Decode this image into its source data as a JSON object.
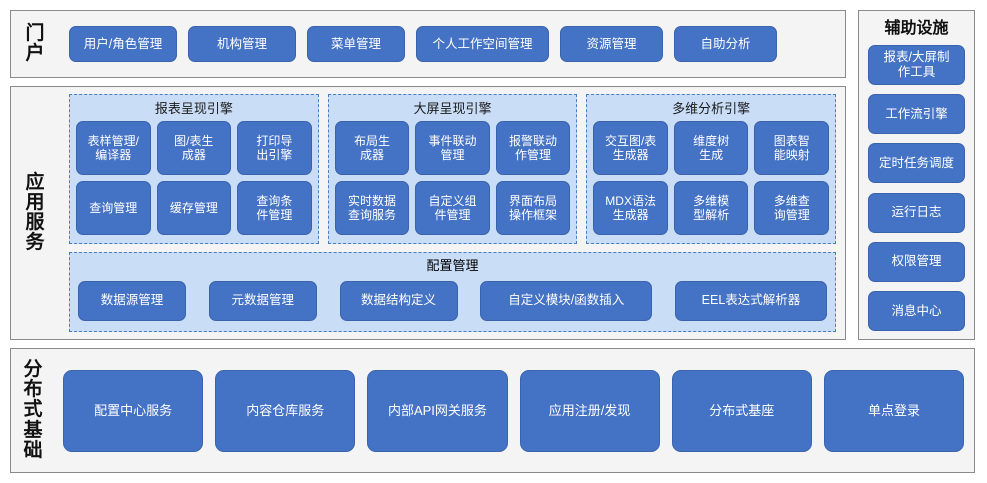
{
  "portal": {
    "label_chars": [
      "门",
      "户"
    ],
    "items": [
      {
        "name": "user-role-management",
        "label": "用户/角色管理"
      },
      {
        "name": "organization-management",
        "label": "机构管理"
      },
      {
        "name": "menu-management",
        "label": "菜单管理"
      },
      {
        "name": "personal-workspace-management",
        "label": "个人工作空间管理"
      },
      {
        "name": "resource-management",
        "label": "资源管理"
      },
      {
        "name": "self-service-analysis",
        "label": "自助分析"
      }
    ]
  },
  "app_service": {
    "label_chars": [
      "应",
      "用",
      "服",
      "务"
    ],
    "engines": [
      {
        "name": "report-rendering-engine",
        "title": "报表呈现引擎",
        "items": [
          {
            "name": "report-template-manager",
            "label": "表样管理/\n编译器"
          },
          {
            "name": "chart-table-generator",
            "label": "图/表生\n成器"
          },
          {
            "name": "print-export-engine",
            "label": "打印导\n出引擎"
          },
          {
            "name": "query-management",
            "label": "查询管理"
          },
          {
            "name": "cache-management",
            "label": "缓存管理"
          },
          {
            "name": "query-condition-management",
            "label": "查询条\n件管理"
          }
        ]
      },
      {
        "name": "big-screen-rendering-engine",
        "title": "大屏呈现引擎",
        "items": [
          {
            "name": "layout-generator",
            "label": "布局生\n成器"
          },
          {
            "name": "event-linkage-management",
            "label": "事件联动\n管理"
          },
          {
            "name": "alarm-action-management",
            "label": "报警联动\n作管理"
          },
          {
            "name": "realtime-data-query-service",
            "label": "实时数据\n查询服务"
          },
          {
            "name": "custom-component-management",
            "label": "自定义组\n件管理"
          },
          {
            "name": "ui-layout-operation-framework",
            "label": "界面布局\n操作框架"
          }
        ]
      },
      {
        "name": "multidimensional-analysis-engine",
        "title": "多维分析引擎",
        "items": [
          {
            "name": "interactive-chart-table-generator",
            "label": "交互图/表\n生成器"
          },
          {
            "name": "dimension-tree-generation",
            "label": "维度树\n生成"
          },
          {
            "name": "chart-smart-mapping",
            "label": "图表智\n能映射"
          },
          {
            "name": "mdx-syntax-generator",
            "label": "MDX语法\n生成器"
          },
          {
            "name": "multidimensional-model-parsing",
            "label": "多维模\n型解析"
          },
          {
            "name": "multidimensional-query-management",
            "label": "多维查\n询管理"
          }
        ]
      }
    ],
    "config": {
      "name": "configuration-management",
      "title": "配置管理",
      "items": [
        {
          "name": "datasource-management",
          "label": "数据源管理"
        },
        {
          "name": "metadata-management",
          "label": "元数据管理"
        },
        {
          "name": "data-structure-definition",
          "label": "数据结构定义"
        },
        {
          "name": "custom-module-function-insert",
          "label": "自定义模块/函数插入"
        },
        {
          "name": "eel-expression-parser",
          "label": "EEL表达式解析器"
        }
      ]
    }
  },
  "distributed_base": {
    "label_chars": [
      "分",
      "布",
      "式",
      "基",
      "础"
    ],
    "items": [
      {
        "name": "config-center-service",
        "label": "配置中心服务"
      },
      {
        "name": "content-repository-service",
        "label": "内容仓库服务"
      },
      {
        "name": "internal-api-gateway-service",
        "label": "内部API网关服务"
      },
      {
        "name": "app-registry-discovery",
        "label": "应用注册/发现"
      },
      {
        "name": "distributed-foundation",
        "label": "分布式基座"
      },
      {
        "name": "single-sign-on",
        "label": "单点登录"
      }
    ]
  },
  "aux_facilities": {
    "title": "辅助设施",
    "items": [
      {
        "name": "report-screen-authoring-tool",
        "label": "报表/大屏制\n作工具"
      },
      {
        "name": "workflow-engine",
        "label": "工作流引擎"
      },
      {
        "name": "scheduled-task-scheduler",
        "label": "定时任务调度"
      },
      {
        "name": "runtime-log",
        "label": "运行日志"
      },
      {
        "name": "permission-management",
        "label": "权限管理"
      },
      {
        "name": "message-center",
        "label": "消息中心"
      }
    ]
  },
  "colors": {
    "button_blue": "#4472c4",
    "panel_background": "#f4f4f4",
    "group_background": "#c9ddf7",
    "group_border": "#4a7ec4",
    "panel_border": "#8a8a8a"
  }
}
